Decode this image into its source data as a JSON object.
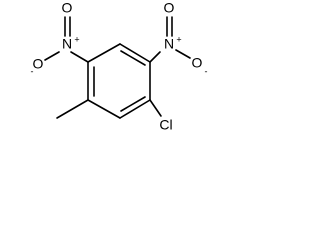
{
  "molecule": {
    "labels": {
      "no2_left_n": "N",
      "no2_left_n_charge": "+",
      "no2_left_o_top": "O",
      "no2_left_o_side": "O",
      "no2_left_o_side_charge": "-",
      "no2_right_n": "N",
      "no2_right_n_charge": "+",
      "no2_right_o_top": "O",
      "no2_right_o_side": "O",
      "no2_right_o_side_charge": "-",
      "chloro": "Cl"
    }
  }
}
